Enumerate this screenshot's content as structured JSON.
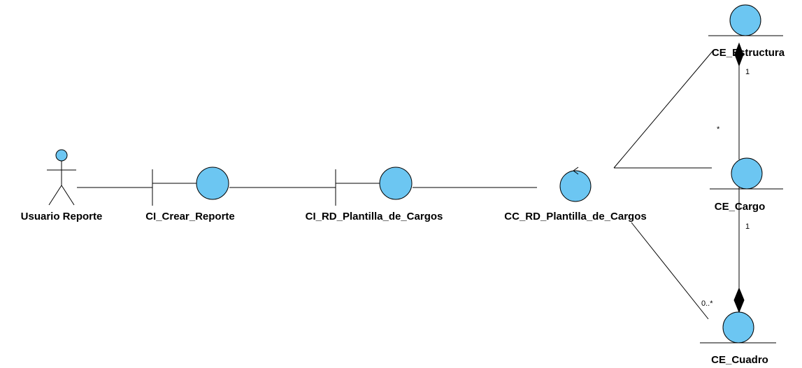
{
  "diagram": {
    "colors": {
      "fill": "#6CC6F2",
      "stroke": "#000000",
      "background": "#ffffff"
    },
    "actor": {
      "label": "Usuario Reporte",
      "icon": "actor-icon"
    },
    "boundaries": [
      {
        "label": "CI_Crear_Reporte",
        "icon": "boundary-icon"
      },
      {
        "label": "CI_RD_Plantilla_de_Cargos",
        "icon": "boundary-icon"
      }
    ],
    "control": {
      "label": "CC_RD_Plantilla_de_Cargos",
      "icon": "control-icon"
    },
    "entities": [
      {
        "label": "CE_Estructura",
        "icon": "entity-icon"
      },
      {
        "label": "CE_Cargo",
        "icon": "entity-icon"
      },
      {
        "label": "CE_Cuadro",
        "icon": "entity-icon"
      }
    ],
    "multiplicities": {
      "estructura_end": "1",
      "cargo_to_estructura": "*",
      "cargo_to_cuadro": "1",
      "cuadro_end": "0..*"
    }
  }
}
